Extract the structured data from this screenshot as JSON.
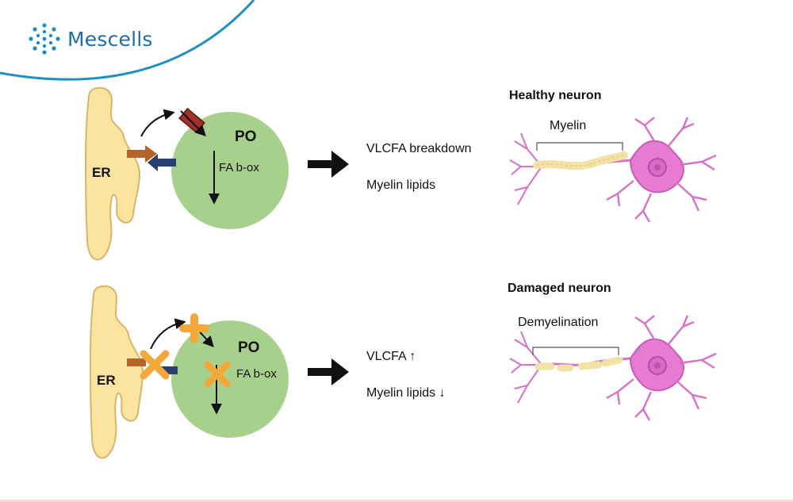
{
  "brand": {
    "name": "Mescells",
    "logo_icon": "cell-cluster-icon",
    "accent": "#1f8fc0"
  },
  "healthy": {
    "er_label": "ER",
    "po_label": "PO",
    "pathway_label": "FA b-ox",
    "results": [
      "VLCFA breakdown",
      "Myelin lipids"
    ],
    "neuron_title": "Healthy neuron",
    "sheath_label": "Myelin"
  },
  "damaged": {
    "er_label": "ER",
    "po_label": "PO",
    "pathway_label": "FA b-ox",
    "results": [
      "VLCFA ↑",
      "Myelin lipids ↓"
    ],
    "neuron_title": "Damaged neuron",
    "sheath_label": "Demyelination"
  },
  "colors": {
    "er_fill": "#fbe3a0",
    "po_fill": "#a8d08d",
    "neuron": "#d870c8",
    "myelin": "#f3e2a6",
    "export_arrow": "#b5652b",
    "import_arrow": "#2a3f73",
    "transporter": "#a3312a",
    "block_mark": "#f3a93a"
  }
}
